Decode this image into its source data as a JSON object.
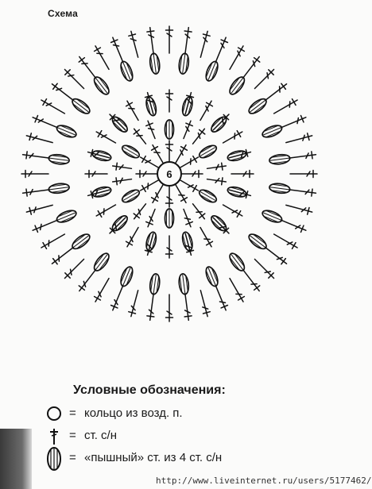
{
  "title": "Схема",
  "center_label": "6",
  "legend": {
    "heading": "Условные обозначения:",
    "items": [
      {
        "icon": "ring-icon",
        "equals": "=",
        "text": "кольцо из возд. п."
      },
      {
        "icon": "double-crochet-icon",
        "equals": "=",
        "text": "ст. с/н"
      },
      {
        "icon": "puff-stitch-icon",
        "equals": "=",
        "text": "«пышный» ст. из 4 ст. с/н"
      }
    ]
  },
  "watermark": "http://www.liveinternet.ru/users/5177462/"
}
